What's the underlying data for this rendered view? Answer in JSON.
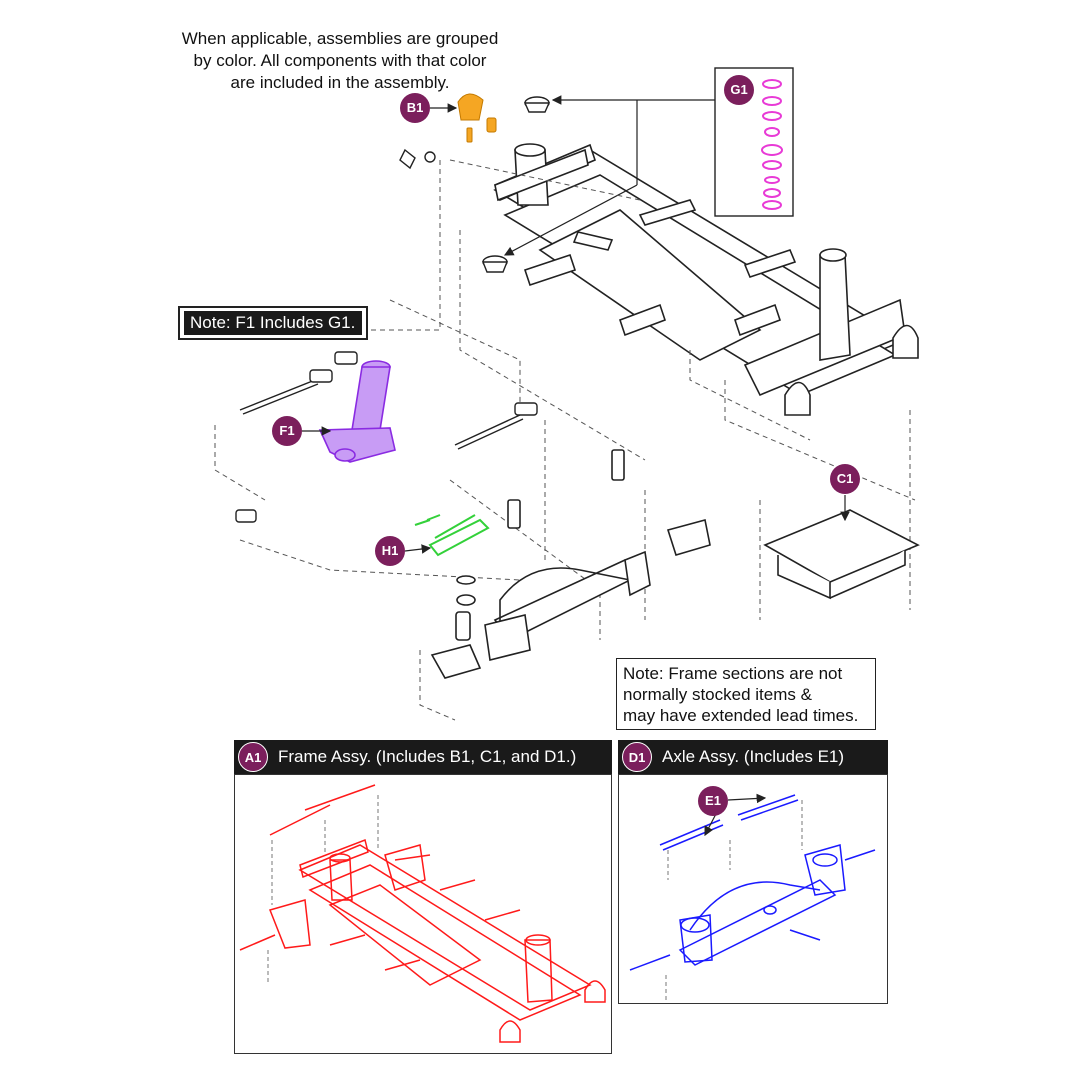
{
  "intro_text": "When applicable, assemblies are grouped\nby color. All components with that color\nare included in the assembly.",
  "note_f1": "Note: F1 Includes G1.",
  "frame_note": "Note: Frame sections are not\nnormally stocked items &\nmay have extended lead times.",
  "callouts": {
    "b1": "B1",
    "g1": "G1",
    "f1": "F1",
    "h1": "H1",
    "c1": "C1",
    "e1": "E1"
  },
  "frame_assy": {
    "badge": "A1",
    "title": "Frame Assy. (Includes B1, C1, and D1.)"
  },
  "axle_assy": {
    "badge": "D1",
    "title": "Axle Assy. (Includes E1)"
  },
  "colors": {
    "callout": "#7b1f5c",
    "b1_orange": "#f5a623",
    "g1_magenta": "#e83ad6",
    "f1_purple": "#8a2be2",
    "h1_green": "#33d13a",
    "frame_red": "#ff1a1a",
    "axle_blue": "#1a1aff",
    "line_black": "#222222"
  }
}
